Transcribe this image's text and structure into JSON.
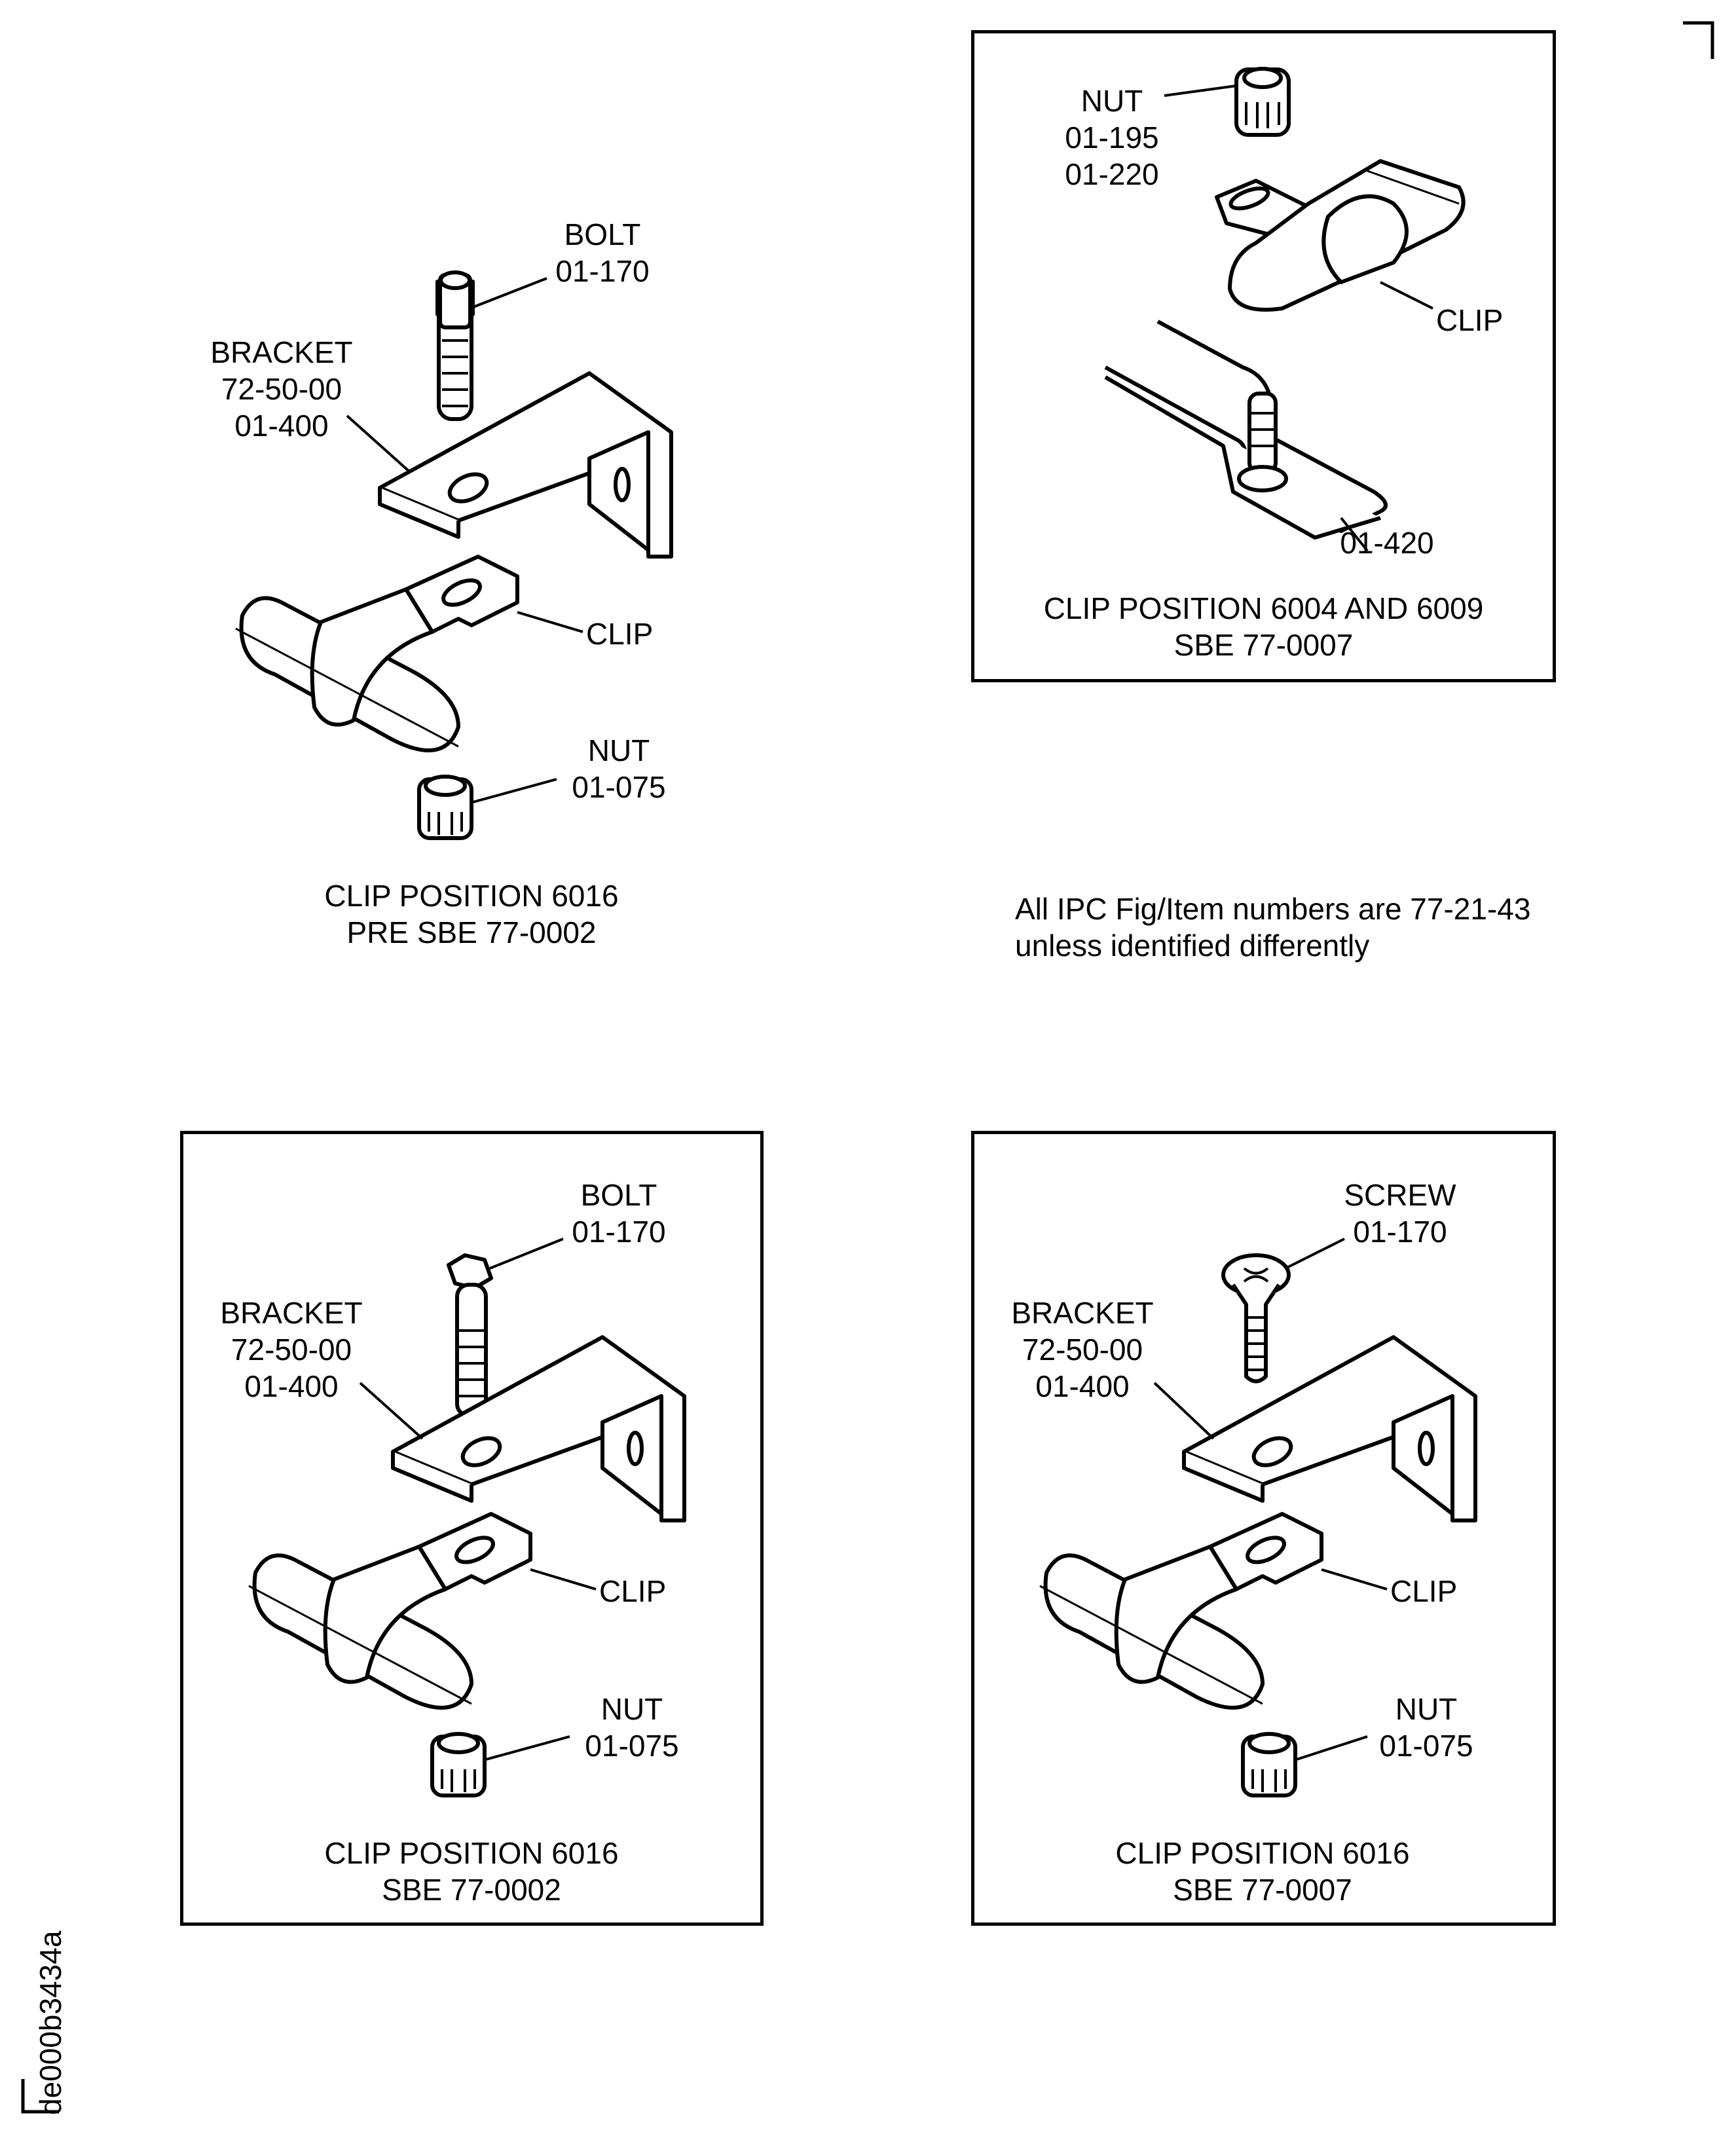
{
  "document": {
    "doc_id": "de000b3434a",
    "note": [
      "All IPC Fig/Item numbers are 77-21-43",
      "unless identified differently"
    ]
  },
  "panels": [
    {
      "id": "pre-sbe-0002",
      "boxed": false,
      "caption": [
        "CLIP POSITION 6016",
        "PRE SBE 77-0002"
      ],
      "labels": {
        "fastener": [
          "BOLT",
          "01-170"
        ],
        "bracket": [
          "BRACKET",
          "72-50-00",
          "01-400"
        ],
        "clip": [
          "CLIP"
        ],
        "nut": [
          "NUT",
          "01-075"
        ]
      }
    },
    {
      "id": "sbe-0007-6004-6009",
      "boxed": true,
      "caption": [
        "CLIP POSITION 6004 AND 6009",
        "SBE 77-0007"
      ],
      "labels": {
        "nut": [
          "NUT",
          "01-195",
          "01-220"
        ],
        "clip": [
          "CLIP"
        ],
        "stud": [
          "01-420"
        ]
      }
    },
    {
      "id": "sbe-0002",
      "boxed": true,
      "caption": [
        "CLIP POSITION 6016",
        "SBE 77-0002"
      ],
      "labels": {
        "fastener": [
          "BOLT",
          "01-170"
        ],
        "bracket": [
          "BRACKET",
          "72-50-00",
          "01-400"
        ],
        "clip": [
          "CLIP"
        ],
        "nut": [
          "NUT",
          "01-075"
        ]
      }
    },
    {
      "id": "sbe-0007",
      "boxed": true,
      "caption": [
        "CLIP POSITION 6016",
        "SBE 77-0007"
      ],
      "labels": {
        "fastener": [
          "SCREW",
          "01-170"
        ],
        "bracket": [
          "BRACKET",
          "72-50-00",
          "01-400"
        ],
        "clip": [
          "CLIP"
        ],
        "nut": [
          "NUT",
          "01-075"
        ]
      }
    }
  ]
}
